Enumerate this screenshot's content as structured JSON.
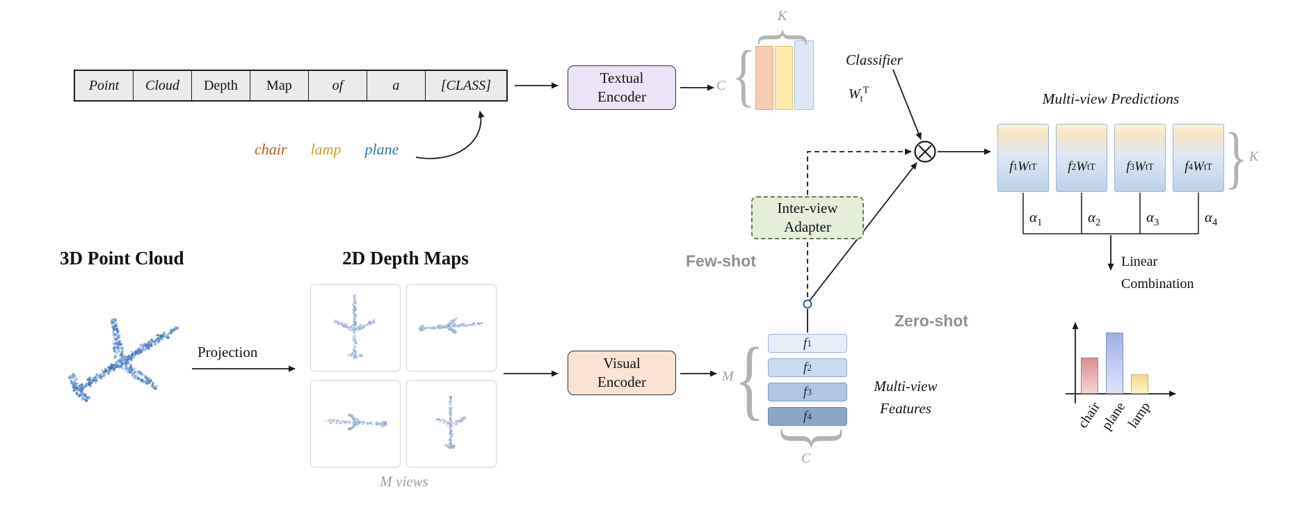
{
  "prompt": {
    "cells": [
      {
        "text": "Point",
        "italic": true
      },
      {
        "text": "Cloud",
        "italic": true
      },
      {
        "text": "Depth",
        "italic": false
      },
      {
        "text": "Map",
        "italic": false
      },
      {
        "text": "of",
        "italic": true
      },
      {
        "text": "a",
        "italic": true
      },
      {
        "text": "[CLASS]",
        "italic": true
      }
    ]
  },
  "class_words": [
    {
      "text": "chair",
      "color": "#c0571d"
    },
    {
      "text": "lamp",
      "color": "#d29d1e"
    },
    {
      "text": "plane",
      "color": "#2e74b5"
    }
  ],
  "encoders": {
    "textual": {
      "line1": "Textual",
      "line2": "Encoder",
      "fill": "#ece4f6"
    },
    "visual": {
      "line1": "Visual",
      "line2": "Encoder",
      "fill": "#fbe3d4"
    },
    "adapter": {
      "line1": "Inter-view",
      "line2": "Adapter",
      "fill": "#e4efda"
    }
  },
  "labels": {
    "classifier": "Classifier",
    "w_base": "W",
    "w_sub": "t",
    "w_sup": "T",
    "f_base": "f",
    "alpha_base": "α",
    "k": "K",
    "c": "C",
    "m": "M",
    "c_bottom": "C",
    "few_shot": "Few-shot",
    "zero_shot": "Zero-shot",
    "multiview_predictions": "Multi-view Predictions",
    "multiview_features_line1": "Multi-view",
    "multiview_features_line2": "Features",
    "linear_line1": "Linear",
    "linear_line2": "Combination",
    "heading_pointcloud": "3D Point Cloud",
    "heading_depthmaps": "2D Depth Maps",
    "projection": "Projection",
    "m_views": "M views"
  },
  "glyphs": {
    "brace_open": "{",
    "brace_close": "}"
  },
  "features": [
    {
      "sub": "1",
      "fill": "#e7eef8",
      "border": "#9fb4d4"
    },
    {
      "sub": "2",
      "fill": "#ccdaed",
      "border": "#8fa8cc"
    },
    {
      "sub": "3",
      "fill": "#b0c6e2",
      "border": "#7d99c0"
    },
    {
      "sub": "4",
      "fill": "#8da6c8",
      "border": "#6a87ae"
    }
  ],
  "predictions": [
    {
      "sub": "1"
    },
    {
      "sub": "2"
    },
    {
      "sub": "3"
    },
    {
      "sub": "4"
    }
  ],
  "alphas": [
    {
      "sub": "1"
    },
    {
      "sub": "2"
    },
    {
      "sub": "3"
    },
    {
      "sub": "4"
    }
  ],
  "result_chart": {
    "type": "bar",
    "categories": [
      "chair",
      "plane",
      "lamp"
    ],
    "relative_heights": [
      0.51,
      0.86,
      0.27
    ],
    "colors_top": [
      "#d98f8f",
      "#9fb0e6",
      "#f3d98a"
    ],
    "colors_bottom": [
      "#f6d3d3",
      "#dde4f8",
      "#fdf3cf"
    ],
    "borders": [
      "#b97676",
      "#7f93cc",
      "#cdb064"
    ]
  }
}
